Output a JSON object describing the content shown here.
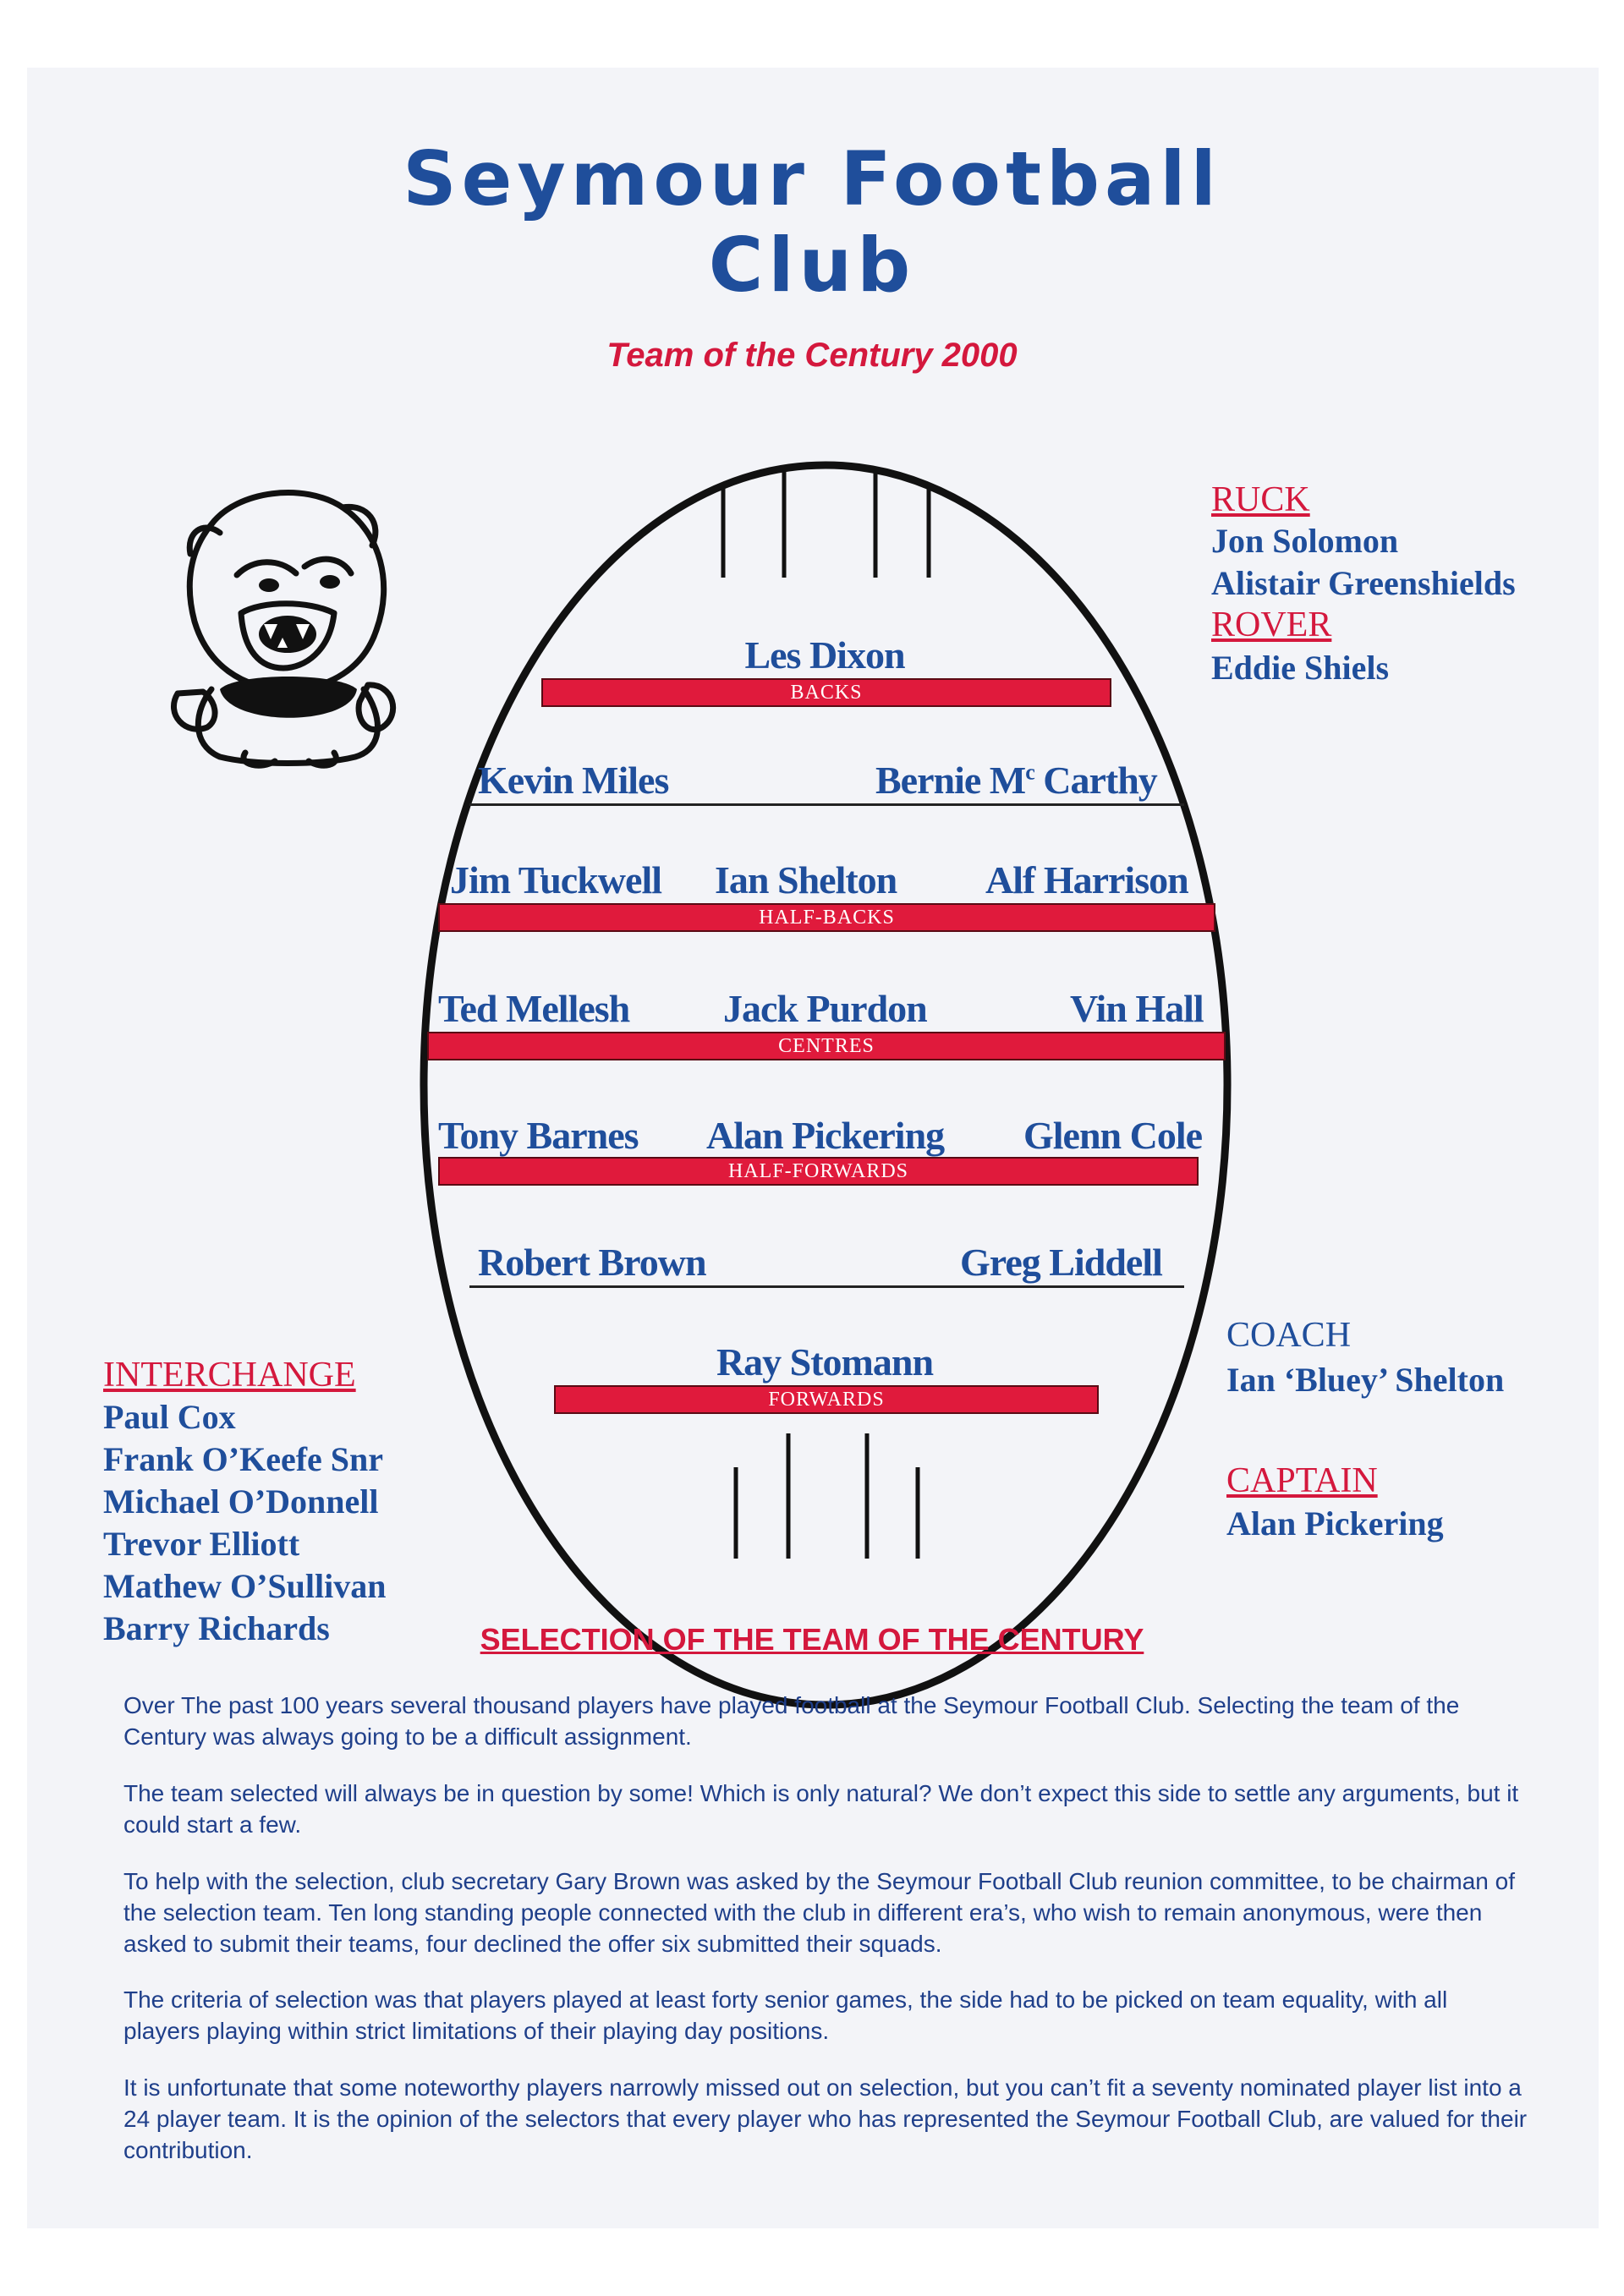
{
  "header": {
    "title_line1": "Seymour Football",
    "title_line2": "Club",
    "subtitle": "Team of the Century 2000"
  },
  "field": {
    "backs_line": {
      "centre": "Les Dixon",
      "bar": "BACKS"
    },
    "full_back_flanks": {
      "left": "Kevin Miles",
      "right_prefix": "Bernie M",
      "right_sup": "c",
      "right_suffix": " Carthy"
    },
    "half_backs_line": {
      "left": "Jim Tuckwell",
      "centre": "Ian Shelton",
      "right": "Alf Harrison",
      "bar": "HALF-BACKS"
    },
    "centres_line": {
      "left": "Ted Mellesh",
      "centre": "Jack Purdon",
      "right": "Vin Hall",
      "bar": "CENTRES"
    },
    "half_forwards_line": {
      "left": "Tony Barnes",
      "centre": "Alan Pickering",
      "right": "Glenn Cole",
      "bar": "HALF-FORWARDS"
    },
    "forward_flanks": {
      "left": "Robert Brown",
      "right": "Greg Liddell"
    },
    "forwards_line": {
      "centre": "Ray Stomann",
      "bar": "FORWARDS"
    }
  },
  "ruck": {
    "heading": "RUCK",
    "players": [
      "Jon Solomon",
      "Alistair Greenshields"
    ]
  },
  "rover": {
    "heading": "ROVER",
    "players": [
      "Eddie Shiels"
    ]
  },
  "coach": {
    "heading": "COACH",
    "name": "Ian ‘Bluey’ Shelton"
  },
  "captain": {
    "heading": "CAPTAIN",
    "name": "Alan Pickering"
  },
  "interchange": {
    "heading": "INTERCHANGE",
    "players": [
      "Paul Cox",
      "Frank O’Keefe Snr",
      "Michael O’Donnell",
      "Trevor Elliott",
      "Mathew O’Sullivan",
      "Barry Richards"
    ]
  },
  "selection": {
    "heading": "SELECTION OF THE TEAM OF THE CENTURY",
    "paragraphs": [
      "Over The past 100 years several thousand players have played football at the Seymour Football Club. Selecting the team of the Century was always going to be a difficult assignment.",
      "The team selected will always be in question by some!  Which is only natural?  We don’t expect this side to settle any arguments, but it could start a few.",
      "To help with the selection, club secretary Gary Brown was asked by the Seymour Football Club reunion committee, to be chairman of the selection team.  Ten long standing people connected with the club in different era’s, who wish to remain anonymous, were then asked to submit their teams, four declined the offer six submitted their squads.",
      "The criteria of selection was that players played at least forty senior games, the side had to be picked on team equality, with all players playing within strict limitations of their playing day positions.",
      "It is unfortunate that some noteworthy players narrowly missed out on selection, but you can’t fit a seventy nominated player list into a 24 player team.  It is the opinion of the selectors that every player who has represented the Seymour Football Club, are valued for their contribution."
    ]
  },
  "colors": {
    "blue": "#1f4e9b",
    "red": "#d4183d",
    "bar_red": "#e01a3c"
  },
  "icons": {
    "mascot": "bulldog-mascot-icon"
  }
}
